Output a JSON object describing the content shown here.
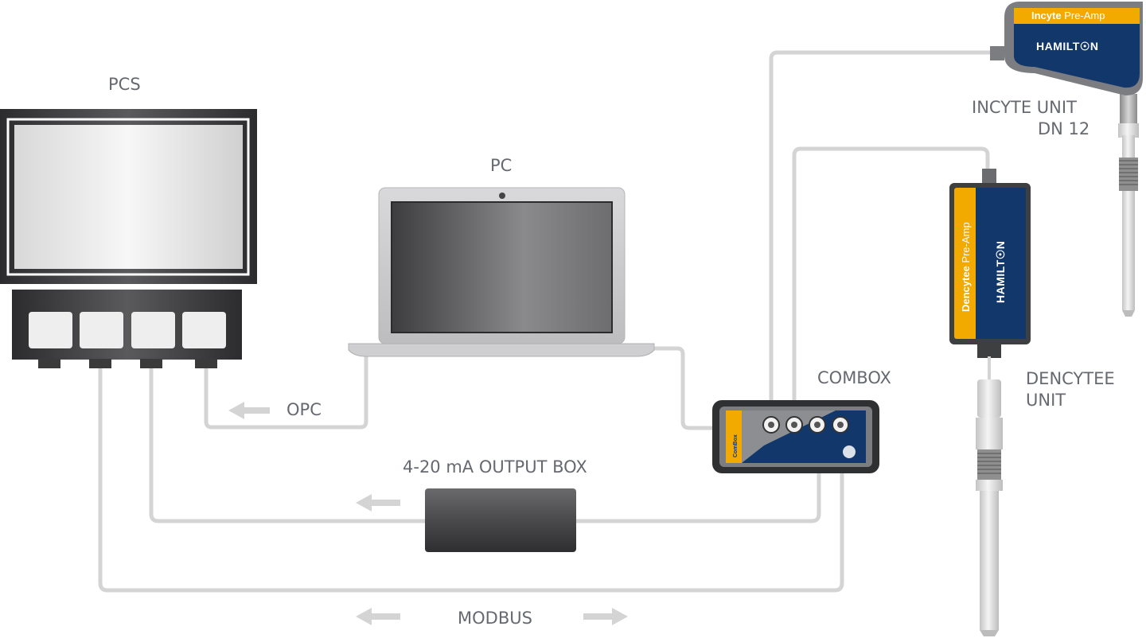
{
  "labels": {
    "pcs": "PCS",
    "pc": "PC",
    "combox": "COMBOX",
    "incyte_line1": "INCYTE UNIT",
    "incyte_line2": "DN 12",
    "dencytee_line1": "DENCYTEE",
    "dencytee_line2": "UNIT",
    "opc": "OPC",
    "output_box": "4-20  mA OUTPUT BOX",
    "modbus": "MODBUS"
  },
  "devices": {
    "incyte_preamp_name": "Incyte",
    "incyte_preamp_suffix": " Pre-Amp",
    "dencytee_preamp_name": "Dencytee",
    "dencytee_preamp_suffix": " Pre-Amp",
    "brand": "HAMILT☉N",
    "combox_logo": "ComBox"
  },
  "colors": {
    "cable": "#d4d4d4",
    "label_text": "#666a70",
    "hamilton_blue": "#12376b",
    "accent_yellow": "#f2a900",
    "device_gray": "#7b7d80",
    "dark_body": "#3e3f41"
  }
}
